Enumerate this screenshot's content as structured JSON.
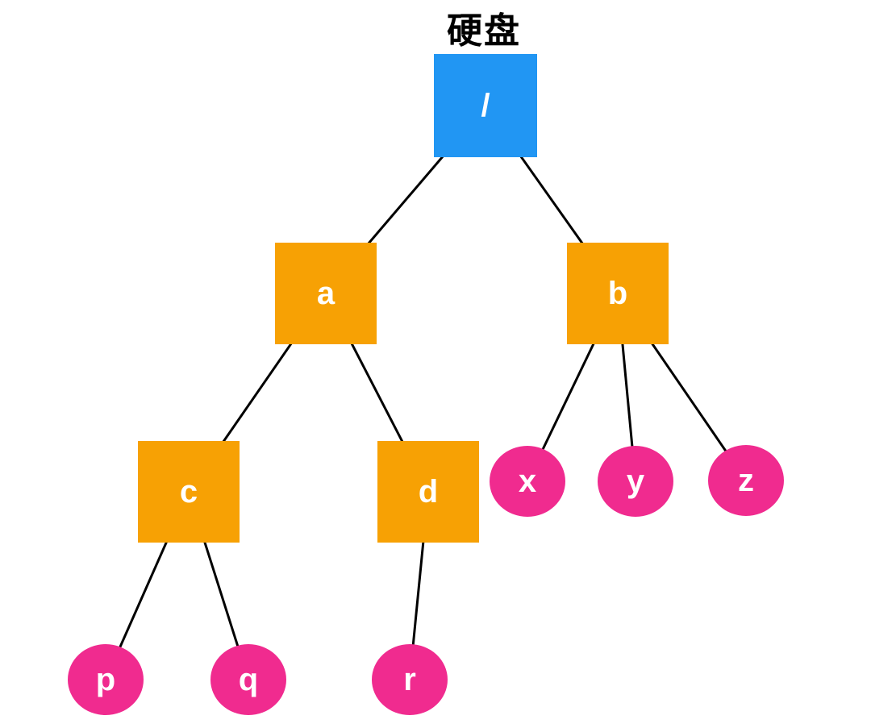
{
  "title": "硬盘",
  "colors": {
    "root_node": "#2196F3",
    "directory_node": "#F7A104",
    "file_node": "#F02B8F",
    "edge": "#000000",
    "node_label": "#FFFFFF",
    "title_text": "#000000"
  },
  "nodes": {
    "root": "/",
    "a": "a",
    "b": "b",
    "c": "c",
    "d": "d",
    "x": "x",
    "y": "y",
    "z": "z",
    "p": "p",
    "q": "q",
    "r": "r"
  },
  "tree": {
    "label": "/",
    "children": [
      {
        "label": "a",
        "children": [
          {
            "label": "c",
            "children": [
              {
                "label": "p"
              },
              {
                "label": "q"
              }
            ]
          },
          {
            "label": "d",
            "children": [
              {
                "label": "r"
              }
            ]
          }
        ]
      },
      {
        "label": "b",
        "children": [
          {
            "label": "x"
          },
          {
            "label": "y"
          },
          {
            "label": "z"
          }
        ]
      }
    ]
  }
}
